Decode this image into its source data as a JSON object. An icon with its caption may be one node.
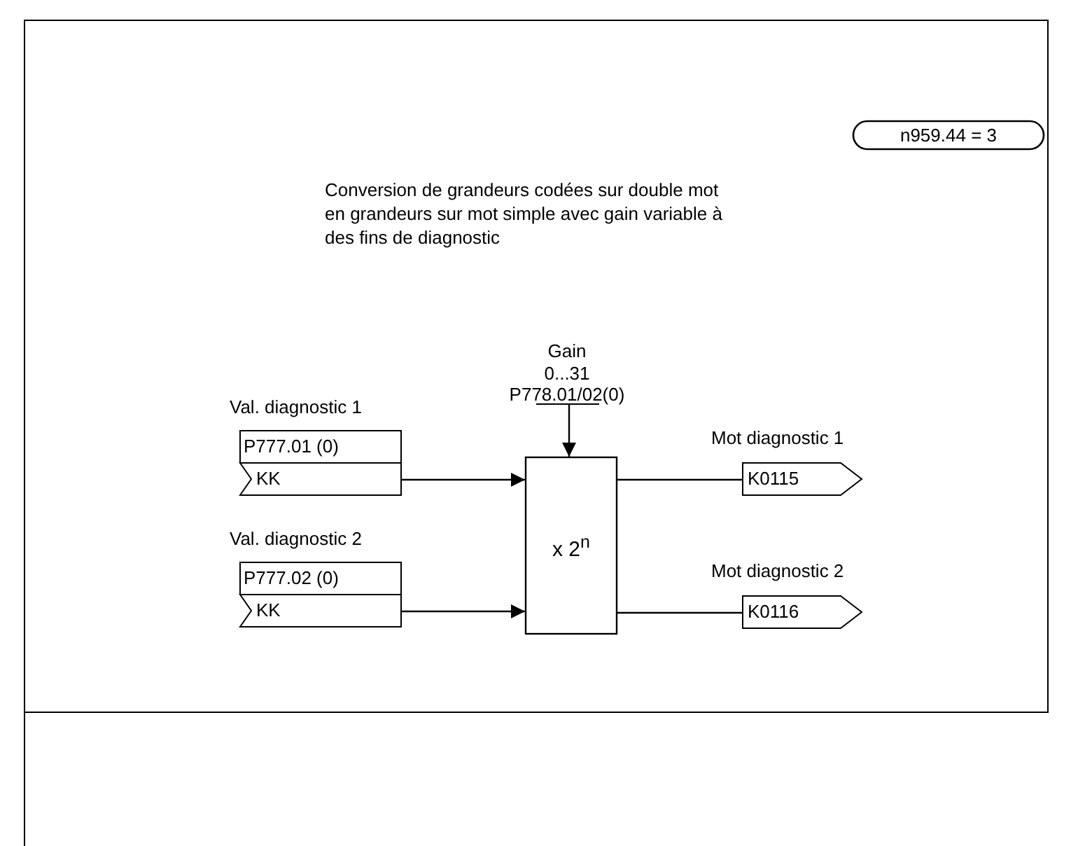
{
  "diagram": {
    "nodes": [
      {
        "text": [
          "n959.44 = 3"
        ]
      },
      {
        "text": [
          "Val. diagnostic 1",
          "P777.01 (0)",
          "KK"
        ]
      },
      {
        "text": [
          "Val. diagnostic 2",
          "P777.02 (0)",
          "KK"
        ]
      },
      {
        "text": [
          "Gain",
          "0...31",
          "P778.01/02(0)"
        ]
      },
      {
        "text": [
          "x 2$^{n}$"
        ]
      },
      {
        "text": [
          "Mot diagnostic 1",
          "K0115"
        ]
      },
      {
        "text": [
          "Mot diagnostic 2",
          "K0116"
        ]
      }
    ],
    "edges": [
      {
        "from": 1,
        "to": 4,
        "arrow": "to"
      },
      {
        "from": 2,
        "to": 4,
        "arrow": "to"
      },
      {
        "from": 3,
        "to": 4,
        "arrow": "to"
      },
      {
        "from": 4,
        "to": 5,
        "arrow": "none"
      },
      {
        "from": 4,
        "to": 6,
        "arrow": "none"
      }
    ],
    "labels": [
      "Conversion de grandeurs codées sur double mot en grandeurs sur mot simple avec gain variable à des fins de diagnostic"
    ]
  }
}
